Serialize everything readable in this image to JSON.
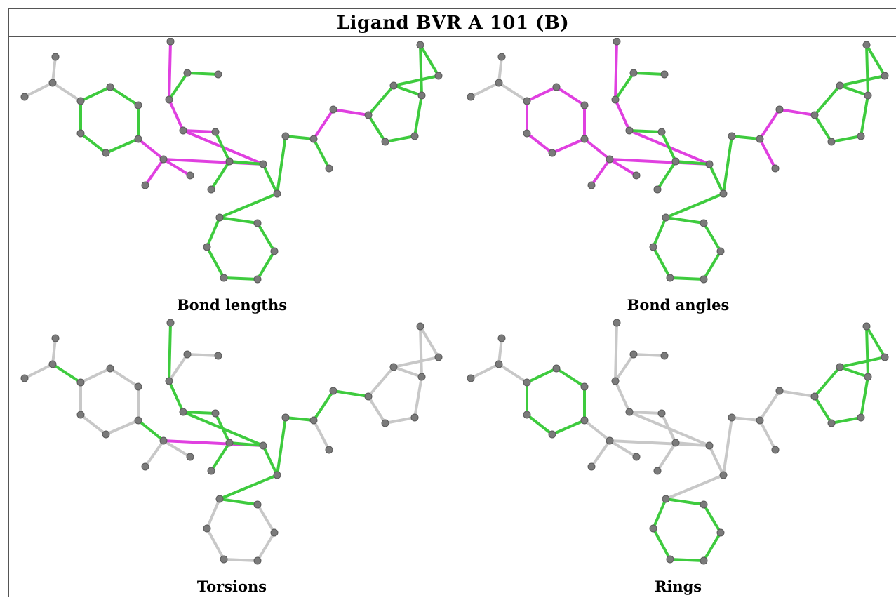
{
  "title": "Ligand BVR A 101 (B)",
  "colors": {
    "atom": "#7a7a7a",
    "bond_default": "#c8c8c8",
    "bond_ok": "#3ecb3e",
    "bond_outlier": "#e040e0"
  },
  "panels": [
    {
      "name": "bond-lengths",
      "caption": "Bond lengths",
      "outliers": [
        "17-18",
        "7-18",
        "18-19",
        "18-20",
        "17-21",
        "21-22",
        "22-24",
        "24-25",
        "29-30",
        "30-31"
      ],
      "default": [
        "0-1",
        "1-2",
        "1-3"
      ]
    },
    {
      "name": "bond-angles",
      "caption": "Bond angles",
      "outliers": [
        "3-4",
        "4-5",
        "5-6",
        "6-7",
        "7-18",
        "18-19",
        "18-20",
        "17-18",
        "17-21",
        "16-17",
        "29-30",
        "30-31",
        "30-32"
      ],
      "default": [
        "0-1",
        "1-2",
        "1-3"
      ]
    },
    {
      "name": "torsions",
      "caption": "Torsions",
      "outliers": [
        "17-18",
        "16-17"
      ],
      "ok": [
        "1-3",
        "7-18",
        "17-21",
        "21-22",
        "22-23",
        "22-24",
        "24-25",
        "25-26",
        "24-33",
        "25-33",
        "33-34",
        "28-29",
        "29-30"
      ]
    },
    {
      "name": "rings",
      "caption": "Rings",
      "ok": [
        "3-4",
        "4-5",
        "5-6",
        "6-7",
        "7-8",
        "8-3",
        "34-35",
        "35-36",
        "36-37",
        "37-38",
        "38-39",
        "39-34",
        "31-40",
        "40-41",
        "41-42",
        "42-43",
        "43-32",
        "32-31",
        "31-44",
        "44-45",
        "45-46",
        "46-32"
      ]
    }
  ]
}
